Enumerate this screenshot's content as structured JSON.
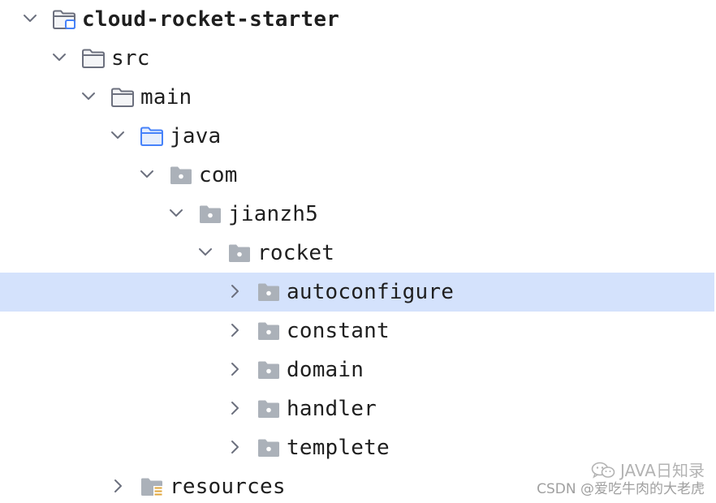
{
  "tree": [
    {
      "label": "cloud-rocket-starter",
      "icon": "module-folder-icon",
      "expanded": true,
      "bold": true,
      "depth": 0
    },
    {
      "label": "src",
      "icon": "folder-icon",
      "expanded": true,
      "depth": 1
    },
    {
      "label": "main",
      "icon": "folder-icon",
      "expanded": true,
      "depth": 2
    },
    {
      "label": "java",
      "icon": "source-root-folder-icon",
      "expanded": true,
      "depth": 3
    },
    {
      "label": "com",
      "icon": "package-icon",
      "expanded": true,
      "depth": 4
    },
    {
      "label": "jianzh5",
      "icon": "package-icon",
      "expanded": true,
      "depth": 5
    },
    {
      "label": "rocket",
      "icon": "package-icon",
      "expanded": true,
      "depth": 6
    },
    {
      "label": "autoconfigure",
      "icon": "package-icon",
      "expanded": false,
      "selected": true,
      "depth": 7
    },
    {
      "label": "constant",
      "icon": "package-icon",
      "expanded": false,
      "depth": 7
    },
    {
      "label": "domain",
      "icon": "package-icon",
      "expanded": false,
      "depth": 7
    },
    {
      "label": "handler",
      "icon": "package-icon",
      "expanded": false,
      "depth": 7
    },
    {
      "label": "templete",
      "icon": "package-icon",
      "expanded": false,
      "depth": 7
    },
    {
      "label": "resources",
      "icon": "resources-folder-icon",
      "expanded": false,
      "depth": 3
    }
  ],
  "watermark": {
    "line1": "JAVA日知录",
    "line2": "CSDN @爱吃牛肉的大老虎",
    "icon": "wechat-icon"
  },
  "colors": {
    "selection": "#d4e2fc",
    "folder_stroke": "#6c707e",
    "package_fill": "#abb1b9",
    "source_root": "#4682fa",
    "resources_mark": "#e0a53a"
  }
}
